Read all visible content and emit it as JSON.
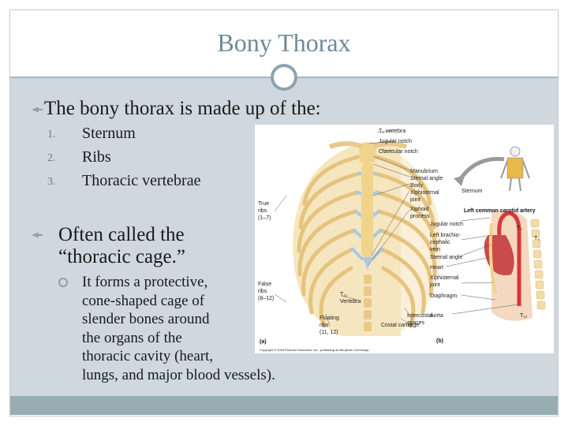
{
  "slide": {
    "title": "Bony Thorax",
    "bullet1": "The bony thorax is made up of the:",
    "list": [
      {
        "number": "1.",
        "text": "Sternum"
      },
      {
        "number": "2.",
        "text": "Ribs"
      },
      {
        "number": "3.",
        "text": "Thoracic vertebrae"
      }
    ],
    "bullet2_line1": "Often called the",
    "bullet2_line2": "“thoracic cage.”",
    "sub_lines": [
      "It forms a protective,",
      "cone-shaped cage of",
      "slender bones around",
      "the organs of the",
      "thoracic cavity (heart,",
      "lungs, and major blood vessels)."
    ]
  },
  "figure": {
    "labels_a": {
      "t1_vertebra": "T₁ vertebra",
      "jugular_notch": "Jugular notch",
      "clavicular_notch": "Clavicular notch",
      "manubrium": "Manubrium",
      "sternal_angle": "Sternal angle",
      "body": "Body",
      "xiphisternal_joint_1": "Xiphisternal",
      "xiphisternal_joint_2": "joint",
      "xiphoid_1": "Xiphoid",
      "xiphoid_2": "process",
      "true_ribs_1": "True",
      "true_ribs_2": "ribs",
      "true_ribs_3": "(1–7)",
      "false_ribs_1": "False",
      "false_ribs_2": "ribs",
      "false_ribs_3": "(8–12)",
      "t12_vertebra_1": "T₁₂",
      "t12_vertebra_2": "Vertebra",
      "floating_1": "Floating",
      "floating_2": "ribs",
      "floating_3": "(11, 12)",
      "intercostal_1": "Intercostal",
      "intercostal_2": "spaces",
      "costal_cartilage": "Costal cartilage",
      "panel": "(a)",
      "copyright": "Copyright © 2003 Pearson Education, Inc., publishing as Benjamin Cummings."
    },
    "labels_b": {
      "sternum": "Sternum",
      "left_common_carotid": "Left common carotid artery",
      "jugular_notch": "Jugular notch",
      "left_brachio_1": "Left brachio-",
      "left_brachio_2": "cephalic",
      "left_brachio_3": "vein",
      "sternal_angle": "Sternal angle",
      "heart": "Heart",
      "xiphisternal_1": "Xiphisternal",
      "xiphisternal_2": "joint",
      "diaphragm": "Diaphragm",
      "aorta": "Aorta",
      "t2": "T₂",
      "t3": "T₃",
      "t12": "T₁₂",
      "panel": "(b)"
    },
    "colors": {
      "bone": "#f3dca6",
      "cartilage": "#a9c9e4",
      "artery": "#d9363b",
      "title": "#6e8a9b",
      "content_bg": "#ced8de",
      "footer_bg": "#97adb3"
    }
  }
}
